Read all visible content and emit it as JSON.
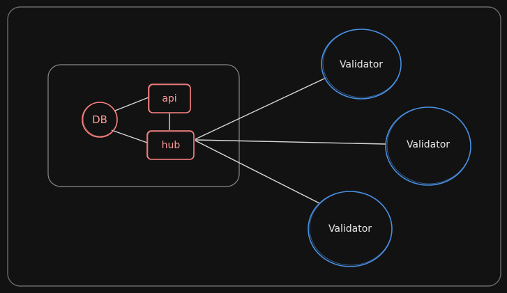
{
  "colors": {
    "background": "#121212",
    "frame_stroke": "#6b6b6b",
    "group_stroke": "#8a8a8a",
    "edge": "#d9d9d9",
    "service_stroke": "#ff8383",
    "service_text": "#ff9999",
    "validator_stroke": "#4a90e2",
    "validator_text": "#e6e6e6"
  },
  "nodes": {
    "db": {
      "label": "DB"
    },
    "api": {
      "label": "api"
    },
    "hub": {
      "label": "hub"
    },
    "validators": [
      {
        "label": "Validator"
      },
      {
        "label": "Validator"
      },
      {
        "label": "Validator"
      }
    ]
  }
}
